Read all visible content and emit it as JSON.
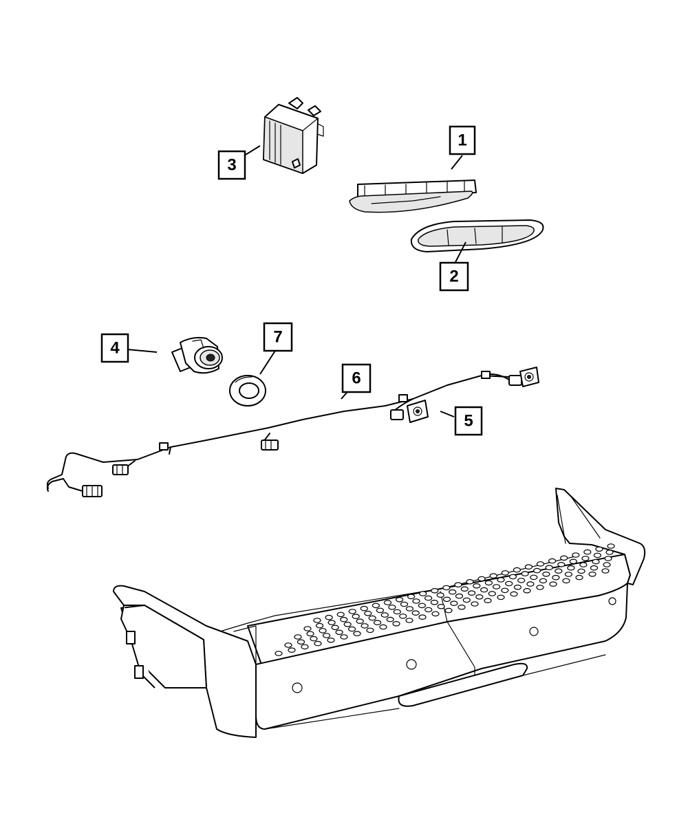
{
  "callouts": [
    {
      "id": "1",
      "label": "1"
    },
    {
      "id": "2",
      "label": "2"
    },
    {
      "id": "3",
      "label": "3"
    },
    {
      "id": "4",
      "label": "4"
    },
    {
      "id": "5",
      "label": "5"
    },
    {
      "id": "6",
      "label": "6"
    },
    {
      "id": "7",
      "label": "7"
    }
  ],
  "colors": {
    "line": "#000000",
    "background": "#ffffff",
    "shade": "#e6e6e6"
  }
}
